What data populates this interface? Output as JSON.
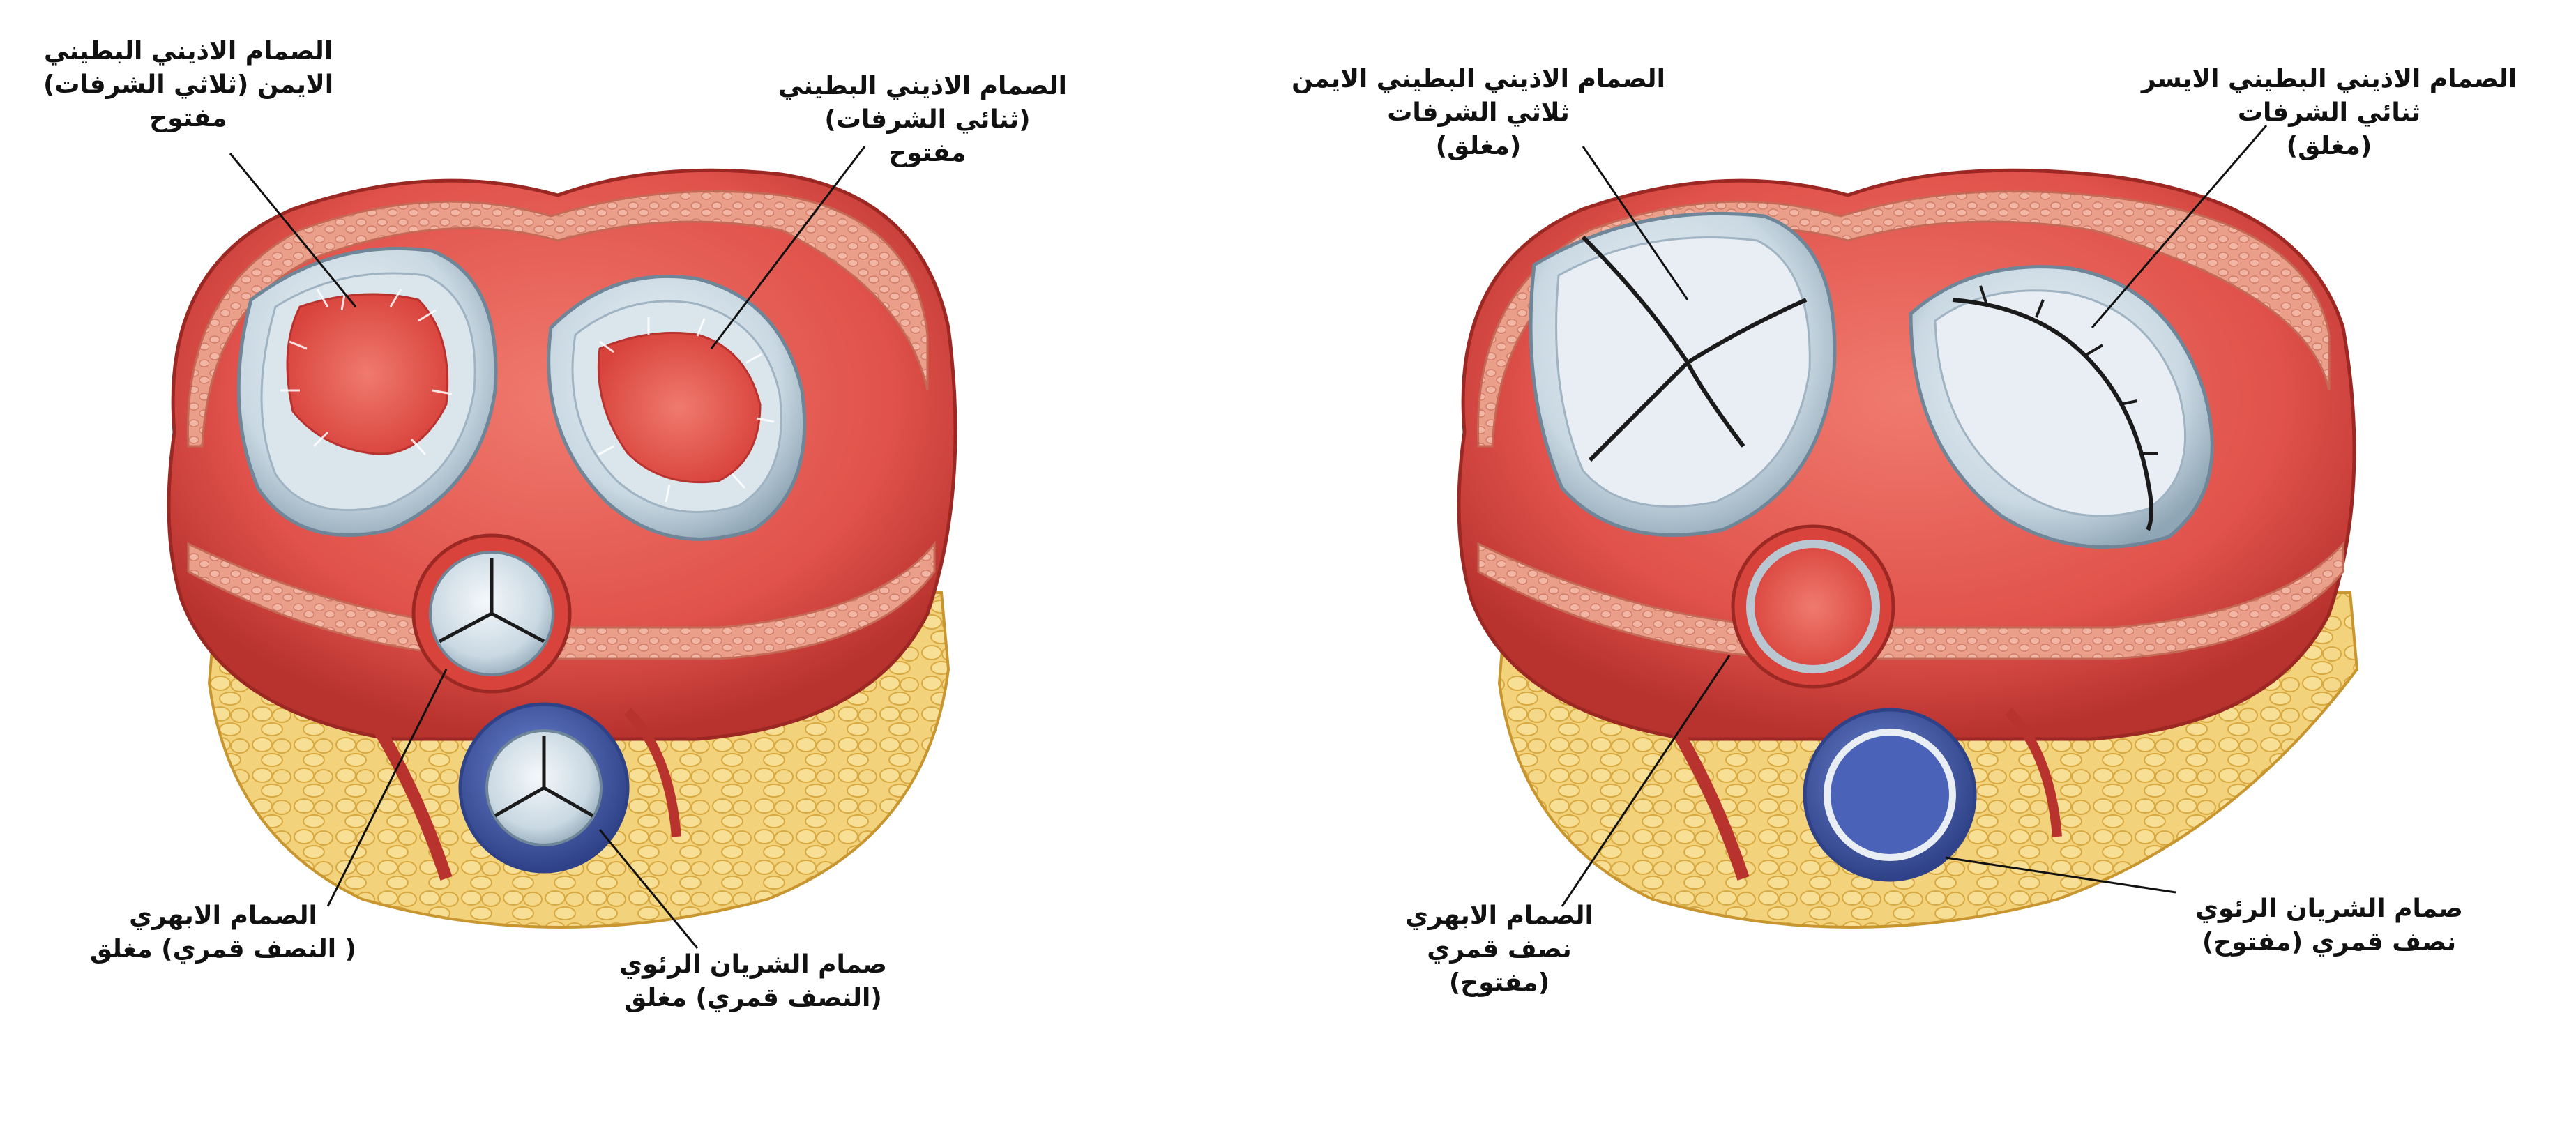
{
  "diagram": {
    "left_panel": {
      "labels": {
        "tricuspid_open": [
          "الصمام الاذيني البطيني",
          "الايمن (ثلاثي الشرفات)",
          "مفتوح"
        ],
        "mitral_open": [
          "الصمام الاذيني البطيني",
          "(ثنائي الشرفات)",
          "مفتوح"
        ],
        "aortic_closed": [
          "الصمام الابهري",
          "( النصف قمري) مغلق"
        ],
        "pulmonary_closed": [
          "صمام الشريان الرئوي",
          "(النصف قمري) مغلق"
        ]
      }
    },
    "right_panel": {
      "labels": {
        "tricuspid_closed": [
          "الصمام الاذيني البطيني الايمن",
          "ثلاثي الشرفات",
          "(مغلق)"
        ],
        "mitral_closed": [
          "الصمام الاذيني البطيني الايسر",
          "ثنائي الشرفات",
          "(مغلق)"
        ],
        "aortic_open": [
          "الصمام الابهري",
          "نصف قمري",
          "(مفتوح)"
        ],
        "pulmonary_open": [
          "صمام الشريان الرئوي",
          "نصف قمري (مفتوح)"
        ]
      }
    },
    "colors": {
      "muscle": "#e0524b",
      "muscle_dark": "#b8322e",
      "muscle_light": "#f07a6e",
      "fibrous": "#e9a08c",
      "fat": "#f2d27a",
      "fat_edge": "#d9a941",
      "valve": "#c9d8e2",
      "valve_edge": "#8fa6b6",
      "pulmonary": "#4a63b8",
      "pulmonary_edge": "#2f4288"
    }
  }
}
